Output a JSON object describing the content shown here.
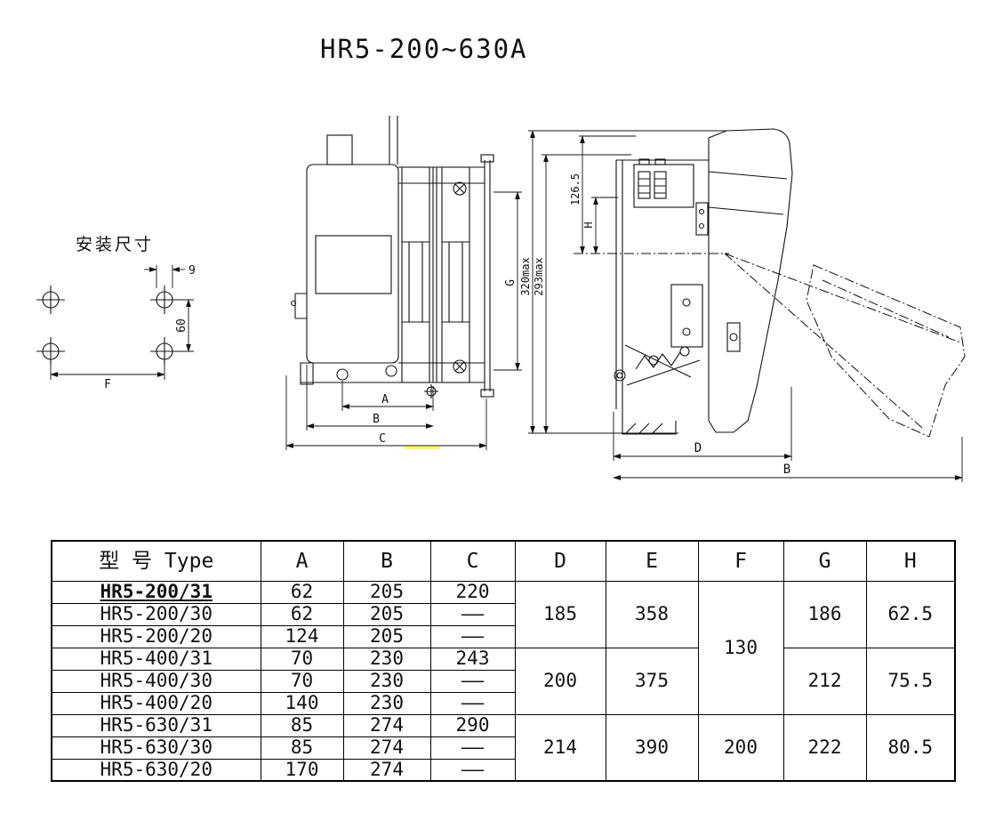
{
  "title": "HR5-200~630A",
  "mounting": {
    "label": "安装尺寸",
    "dim_width": "9",
    "dim_height": "60",
    "dim_span": "F"
  },
  "front_view": {
    "dim_a": "A",
    "dim_b": "B",
    "dim_c": "C",
    "dim_g": "G"
  },
  "side_view": {
    "dim_total_height": "320max",
    "dim_inner_height": "293max",
    "dim_top": "126.5",
    "dim_h": "H",
    "dim_d": "D",
    "dim_b": "B"
  },
  "table": {
    "headers": [
      "型 号 Type",
      "A",
      "B",
      "C",
      "D",
      "E",
      "F",
      "G",
      "H"
    ],
    "rows": [
      {
        "type": "HR5-200/31",
        "A": "62",
        "B": "205",
        "C": "220"
      },
      {
        "type": "HR5-200/30",
        "A": "62",
        "B": "205",
        "C": "——"
      },
      {
        "type": "HR5-200/20",
        "A": "124",
        "B": "205",
        "C": "——"
      },
      {
        "type": "HR5-400/31",
        "A": "70",
        "B": "230",
        "C": "243"
      },
      {
        "type": "HR5-400/30",
        "A": "70",
        "B": "230",
        "C": "——"
      },
      {
        "type": "HR5-400/20",
        "A": "140",
        "B": "230",
        "C": "——"
      },
      {
        "type": "HR5-630/31",
        "A": "85",
        "B": "274",
        "C": "290"
      },
      {
        "type": "HR5-630/30",
        "A": "85",
        "B": "274",
        "C": "——"
      },
      {
        "type": "HR5-630/20",
        "A": "170",
        "B": "274",
        "C": "——"
      }
    ],
    "merged": {
      "D": [
        "185",
        "200",
        "214"
      ],
      "E": [
        "358",
        "375",
        "390"
      ],
      "F": [
        "130",
        "200"
      ],
      "G": [
        "186",
        "212",
        "222"
      ],
      "H": [
        "62.5",
        "75.5",
        "80.5"
      ]
    }
  }
}
